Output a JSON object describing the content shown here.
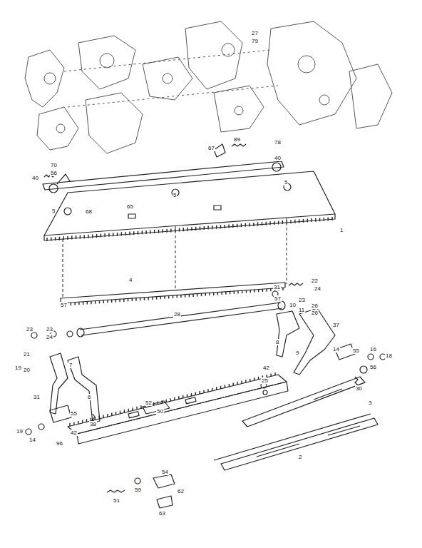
{
  "diagram": {
    "labels": [
      "27",
      "79",
      "67",
      "89",
      "78",
      "40",
      "70",
      "56",
      "40",
      "5",
      "5",
      "5",
      "68",
      "65",
      "1",
      "4",
      "57",
      "31",
      "57",
      "22",
      "24",
      "23",
      "10",
      "11",
      "26",
      "26",
      "37",
      "28",
      "23",
      "23",
      "24",
      "8",
      "9",
      "14",
      "16",
      "18",
      "55",
      "56",
      "30",
      "21",
      "7",
      "19",
      "20",
      "31",
      "6",
      "55",
      "14",
      "19",
      "42",
      "38",
      "96",
      "42",
      "25",
      "3",
      "2",
      "52",
      "50",
      "59",
      "51",
      "54",
      "62",
      "63"
    ]
  }
}
